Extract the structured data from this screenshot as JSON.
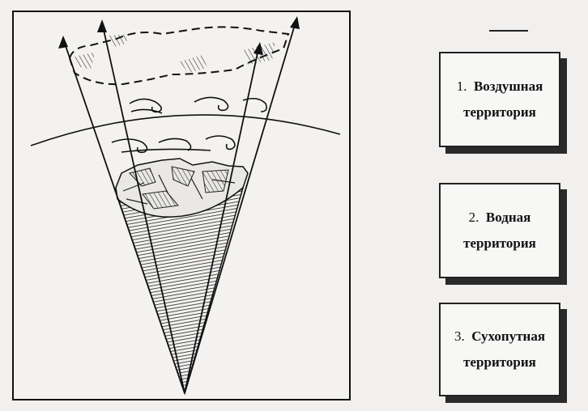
{
  "figure": {
    "palette": {
      "background": "#f1f0ee",
      "ink": "#1a1a1a",
      "panel": "#f7f7f6",
      "shadow": "#2a2a2a"
    }
  },
  "panels": [
    {
      "number": "1.",
      "line1": "Воздушная",
      "line2": "территория"
    },
    {
      "number": "2.",
      "line1": "Водная",
      "line2": "территория"
    },
    {
      "number": "3.",
      "line1": "Сухопутная",
      "line2": "территория"
    }
  ]
}
